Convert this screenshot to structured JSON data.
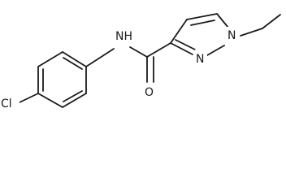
{
  "molecule": {
    "atoms": {
      "chlorine": "Cl",
      "amide_nh": "NH",
      "amide_o": "O",
      "pyrazole_n1": "N",
      "pyrazole_n2": "N"
    },
    "colors": {
      "ink": "#1a1a1a",
      "background": "#ffffff"
    }
  }
}
